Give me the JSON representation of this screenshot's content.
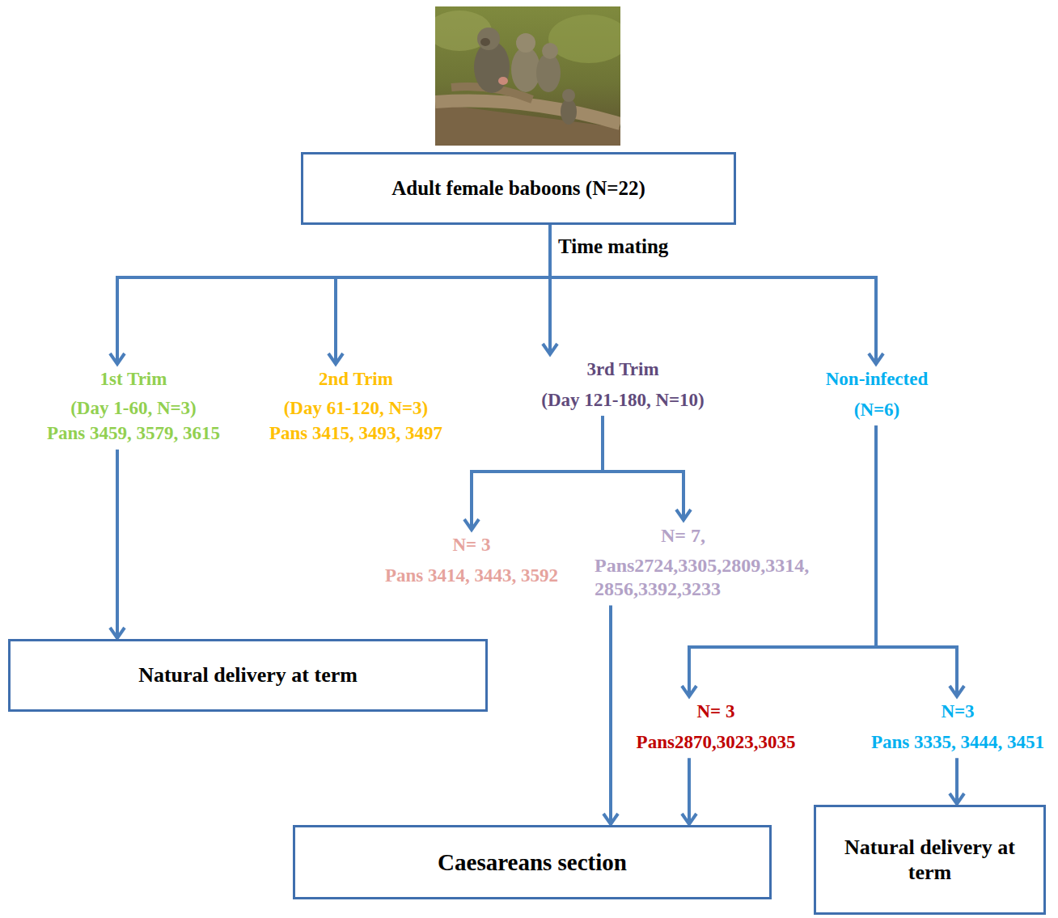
{
  "diagram": {
    "nodes": [
      {
        "text": [
          "Adult female baboons (N=22)"
        ]
      },
      {
        "text": [
          "1st Trim",
          "(Day 1-60, N=3)",
          "Pans 3459, 3579, 3615"
        ]
      },
      {
        "text": [
          "2nd Trim",
          "(Day 61-120, N=3)",
          "Pans 3415, 3493, 3497"
        ]
      },
      {
        "text": [
          "3rd Trim",
          "(Day 121-180, N=10)"
        ]
      },
      {
        "text": [
          "Non-infected",
          "(N=6)"
        ]
      },
      {
        "text": [
          "N= 3",
          "Pans 3414, 3443, 3592"
        ]
      },
      {
        "text": [
          "N= 7,",
          "Pans2724,3305,2809,3314, 2856,3392,3233"
        ]
      },
      {
        "text": [
          "Natural delivery at term"
        ]
      },
      {
        "text": [
          "N= 3",
          "Pans2870,3023,3035"
        ]
      },
      {
        "text": [
          "N=3",
          "Pans 3335, 3444, 3451"
        ]
      },
      {
        "text": [
          "Caesareans section"
        ]
      },
      {
        "text": [
          "Natural delivery at term"
        ]
      }
    ],
    "edges": [
      {
        "from": 0,
        "to": 1,
        "arrow": "to"
      },
      {
        "from": 0,
        "to": 2,
        "arrow": "to"
      },
      {
        "from": 0,
        "to": 3,
        "arrow": "to"
      },
      {
        "from": 0,
        "to": 4,
        "arrow": "to"
      },
      {
        "from": 1,
        "to": 7,
        "arrow": "to"
      },
      {
        "from": 3,
        "to": 5,
        "arrow": "to"
      },
      {
        "from": 3,
        "to": 6,
        "arrow": "to"
      },
      {
        "from": 6,
        "to": 10,
        "arrow": "to"
      },
      {
        "from": 4,
        "to": 8,
        "arrow": "to"
      },
      {
        "from": 4,
        "to": 9,
        "arrow": "to"
      },
      {
        "from": 8,
        "to": 10,
        "arrow": "to"
      },
      {
        "from": 9,
        "to": 11,
        "arrow": "to"
      }
    ],
    "labels": [
      "Time mating"
    ]
  }
}
